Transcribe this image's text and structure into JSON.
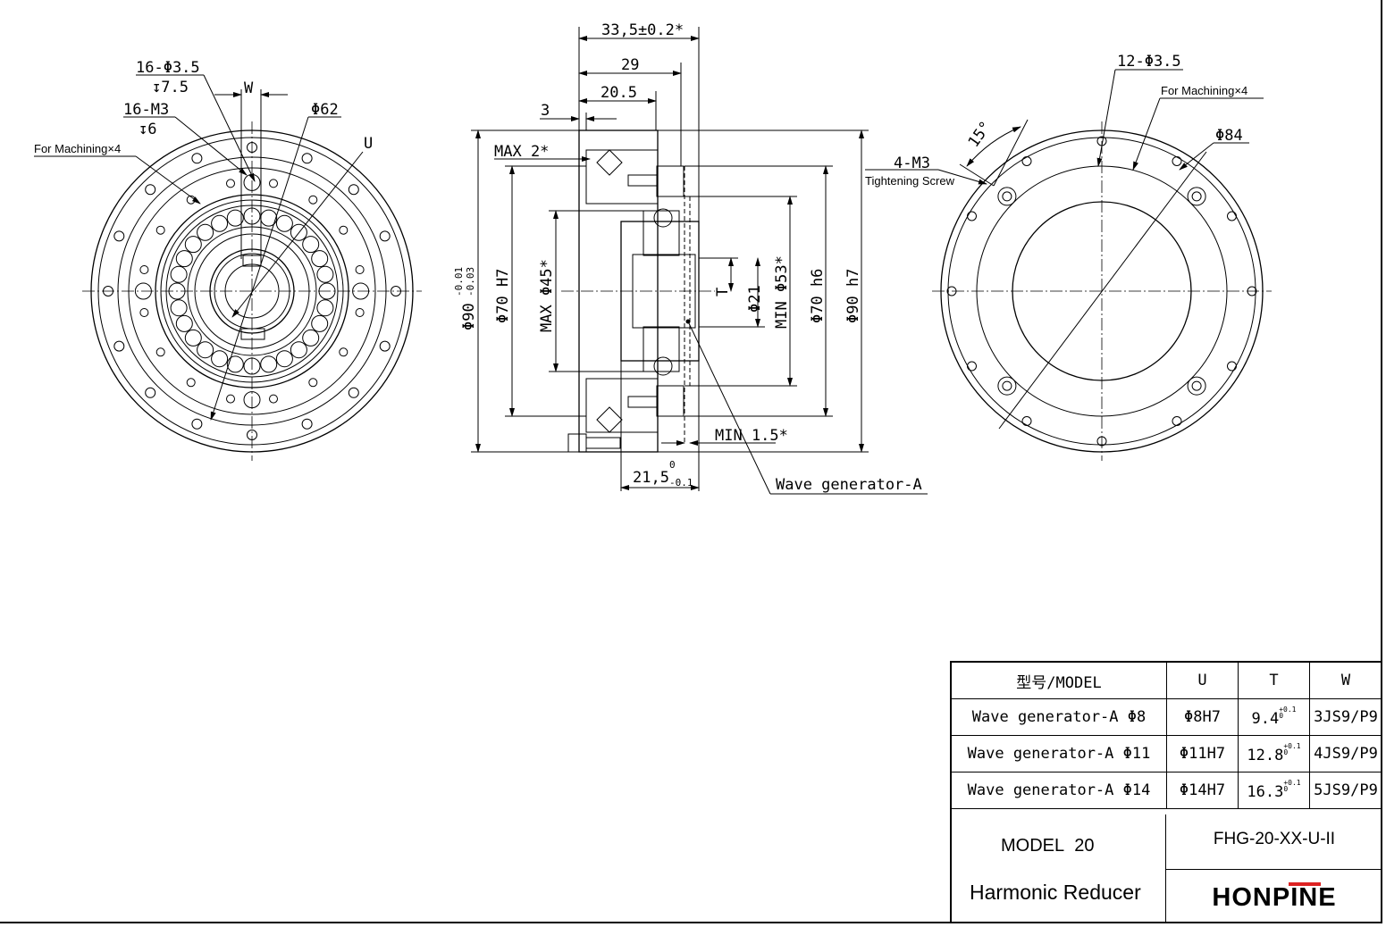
{
  "front_view": {
    "holes_label": "16-Φ3.5",
    "holes_depth": "↧7.5",
    "thread_label": "16-M3",
    "thread_depth": "↧6",
    "machining_label": "For Machining×4",
    "width_label": "W",
    "pcd_label": "Φ62",
    "bore_label": "U"
  },
  "side_view": {
    "overall_length": "33,5±0.2*",
    "length_29": "29",
    "length_20_5": "20.5",
    "offset_3": "3",
    "max_2": "MAX 2*",
    "dia_90": "Φ90",
    "dia_90_tol_upper": "-0.01",
    "dia_90_tol_lower": "-0.03",
    "dia_70_h7": "Φ70 H7",
    "max_45": "MAX Φ45*",
    "t_label": "T",
    "dia_21": "Φ21",
    "min_53": "MIN Φ53*",
    "dia_70_h6": "Φ70 h6",
    "dia_90_h7": "Φ90 h7",
    "min_1_5": "MIN 1.5*",
    "length_21_5": "21,5",
    "length_21_5_tol_upper": "0",
    "length_21_5_tol_lower": "-0.1",
    "wave_generator": "Wave generator-A"
  },
  "rear_view": {
    "holes_label": "12-Φ3.5",
    "machining_label": "For Machining×4",
    "angle_label": "15°",
    "thread_label": "4-M3",
    "screw_label": "Tightening Screw",
    "pcd_label": "Φ84"
  },
  "spec_table": {
    "headers": [
      "型号/MODEL",
      "U",
      "T",
      "W"
    ],
    "rows": [
      {
        "model": "Wave generator-A Φ8",
        "u": "Φ8H7",
        "t": "9.4",
        "t_upper": "+0.1",
        "t_lower": "0",
        "w": "3JS9/P9"
      },
      {
        "model": "Wave generator-A Φ11",
        "u": "Φ11H7",
        "t": "12.8",
        "t_upper": "+0.1",
        "t_lower": "0",
        "w": "4JS9/P9"
      },
      {
        "model": "Wave generator-A Φ14",
        "u": "Φ14H7",
        "t": "16.3",
        "t_upper": "+0.1",
        "t_lower": "0",
        "w": "5JS9/P9"
      }
    ]
  },
  "title_block": {
    "model_label": "MODEL",
    "model_number": "20",
    "product_name": "Harmonic Reducer",
    "part_number": "FHG-20-XX-U-II",
    "brand": "HONPINE",
    "brand_accent_color": "#dd2222"
  }
}
